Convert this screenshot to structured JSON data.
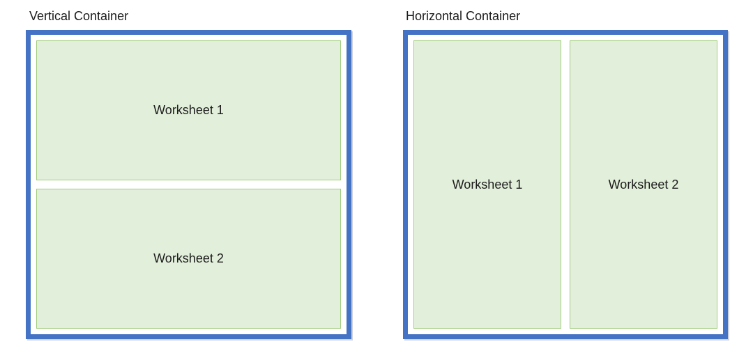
{
  "figures": [
    {
      "title": "Vertical Container",
      "orientation": "vertical",
      "worksheets": [
        {
          "label": "Worksheet 1"
        },
        {
          "label": "Worksheet 2"
        }
      ]
    },
    {
      "title": "Horizontal Container",
      "orientation": "horizontal",
      "worksheets": [
        {
          "label": "Worksheet 1"
        },
        {
          "label": "Worksheet 2"
        }
      ]
    }
  ],
  "colors": {
    "background": "#FFFFFF",
    "container_border": "#4472C4",
    "worksheet_fill": "#E2EFDA",
    "worksheet_border": "#A3CD80",
    "text": "#1C1C1C"
  }
}
